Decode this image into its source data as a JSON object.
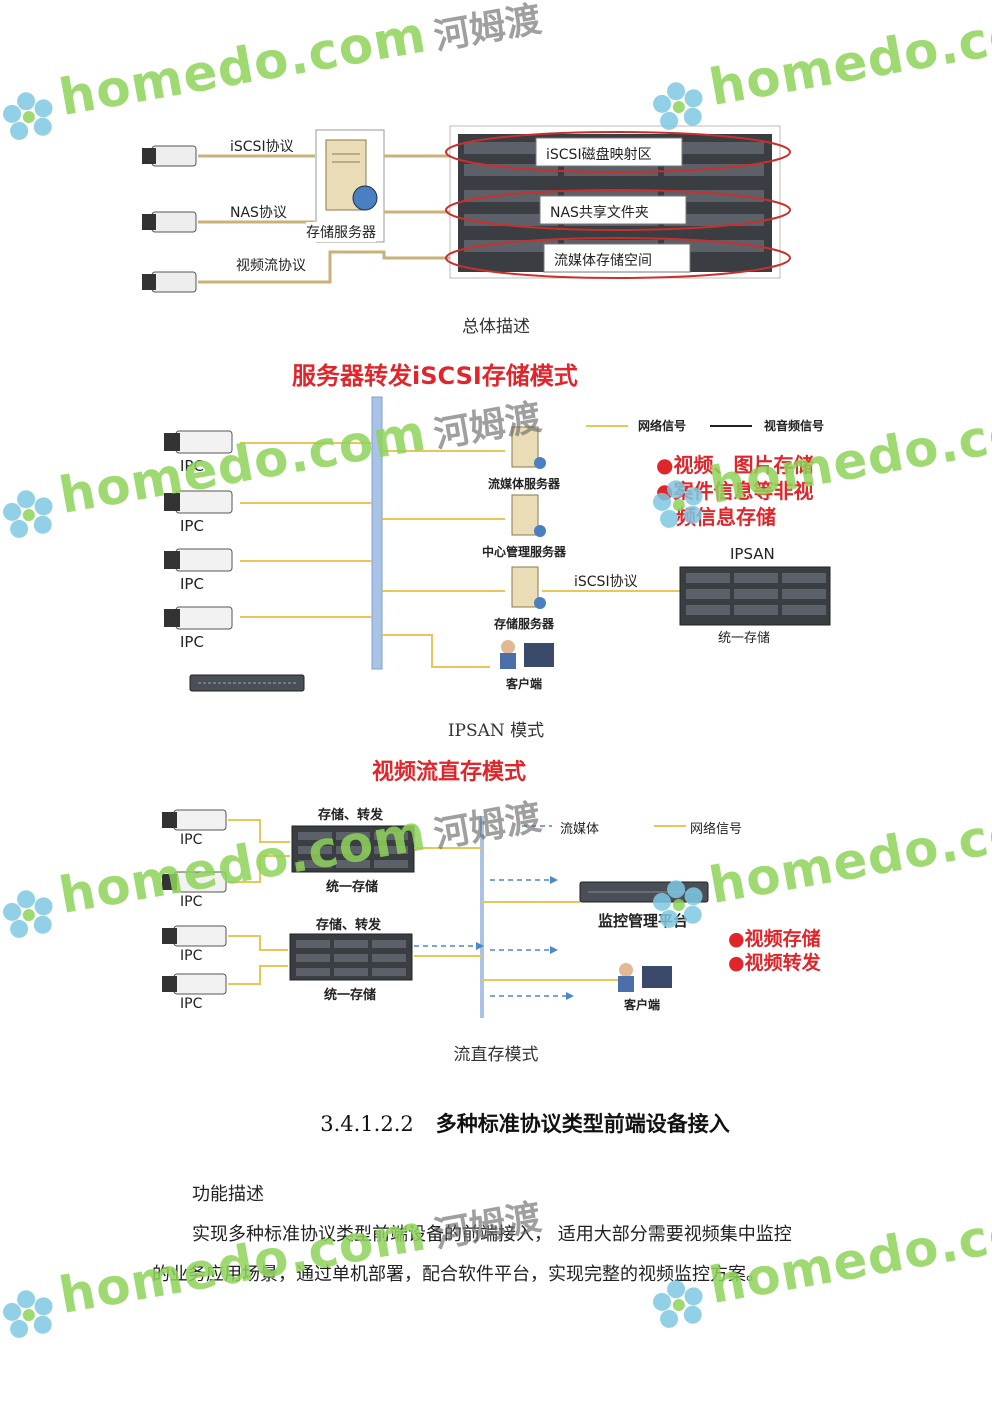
{
  "watermark": {
    "text": "homedo.com",
    "cn": "河姆渡"
  },
  "figure1": {
    "labels": {
      "iscsi": "iSCSI协议",
      "nas": "NAS协议",
      "stream": "视频流协议",
      "server": "存储服务器",
      "zone1": "iSCSI磁盘映射区",
      "zone2": "NAS共享文件夹",
      "zone3": "流媒体存储空间"
    },
    "caption": "总体描述"
  },
  "figure2": {
    "title": "服务器转发iSCSI存储模式",
    "ipc": "IPC",
    "legend_net": "网络信号",
    "legend_av": "视音频信号",
    "server_media": "流媒体服务器",
    "server_center": "中心管理服务器",
    "server_storage": "存储服务器",
    "client": "客户端",
    "iscsi": "iSCSI协议",
    "ipsan": "IPSAN",
    "unified": "统一存储",
    "bullet1": "●视频、图片存储",
    "bullet2": "●案件信息等非视",
    "bullet3": "频信息存储",
    "caption": "IPSAN 模式"
  },
  "figure3": {
    "title": "视频流直存模式",
    "ipc": "IPC",
    "store_fwd": "存储、转发",
    "unified": "统一存储",
    "legend_media": "流媒体",
    "legend_net": "网络信号",
    "platform": "监控管理平台",
    "client": "客户端",
    "bullet1": "●视频存储",
    "bullet2": "●视频转发",
    "caption": "流直存模式"
  },
  "section": {
    "number": "3.4.1.2.2",
    "title": "多种标准协议类型前端设备接入"
  },
  "body": {
    "subheading": "功能描述",
    "para_line1": "实现多种标准协议类型前端设备的前端接入， 适用大部分需要视频集中监控",
    "para_line2": "的业务应用场景，通过单机部署，配合软件平台，实现完整的视频监控方案。"
  },
  "colors": {
    "red": "#e0262b",
    "line_gold": "#e8c65a",
    "bus_blue": "#a9c3e6",
    "watermark_green": "#8fd35a"
  }
}
